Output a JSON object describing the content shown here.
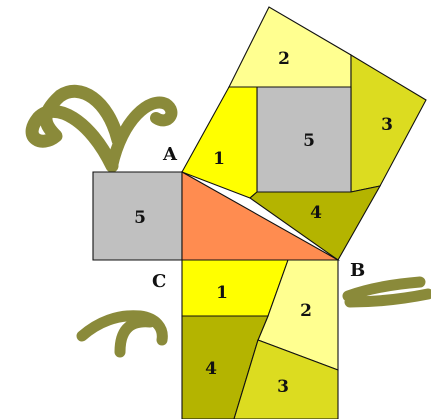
{
  "vertices": {
    "a": "A",
    "b": "B",
    "c": "C"
  },
  "pieces": {
    "hyp_1": "1",
    "hyp_2": "2",
    "hyp_3": "3",
    "hyp_4": "4",
    "hyp_5": "5",
    "left_5": "5",
    "bottom_1": "1",
    "bottom_2": "2",
    "bottom_3": "3",
    "bottom_4": "4"
  },
  "colors": {
    "triangle": "#ff8c50",
    "piece_1": "#ffff00",
    "piece_2": "#ffff90",
    "piece_3": "#dcdc20",
    "piece_4": "#b4b400",
    "piece_5": "#c0c0c0",
    "decoration": "#8a8a3a"
  }
}
